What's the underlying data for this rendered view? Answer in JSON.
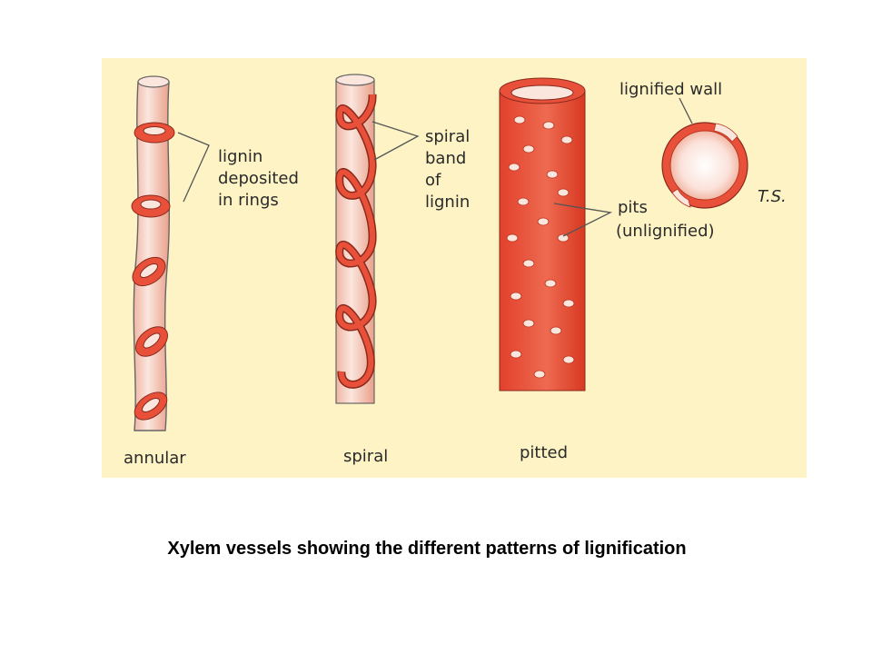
{
  "colors": {
    "panel_background": "#fdf3c4",
    "lignin": "#e8503a",
    "lignin_dark": "#c23a26",
    "vessel_wall": "#f6d2c6",
    "outline": "#555555"
  },
  "labels": {
    "annular": {
      "name": "annular",
      "note": [
        "lignin",
        "deposited",
        "in rings"
      ]
    },
    "spiral": {
      "name": "spiral",
      "note": [
        "spiral",
        "band",
        "of",
        "lignin"
      ]
    },
    "pitted": {
      "name": "pitted",
      "note": [
        "pits",
        "(unlignified)"
      ]
    },
    "cross_section": {
      "wall": "lignified wall",
      "tag": "T.S."
    }
  },
  "caption": "Xylem vessels showing the different patterns of lignification"
}
